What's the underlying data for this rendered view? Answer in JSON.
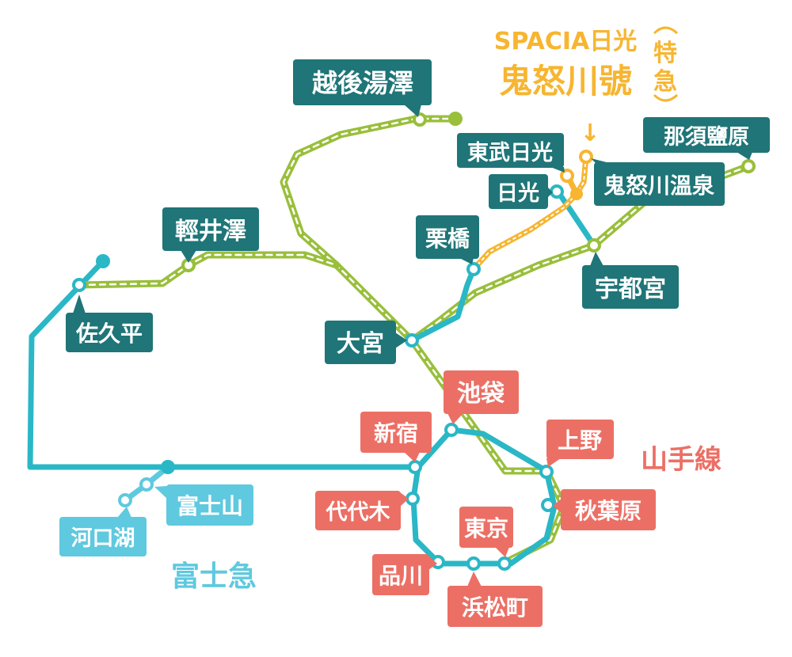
{
  "colors": {
    "green": "#99bf3b",
    "teal": "#2ab7c6",
    "dark_teal": "#1f7577",
    "salmon": "#ec6f65",
    "light_blue": "#5fc9df",
    "orange": "#f7b530",
    "background": "#ffffff"
  },
  "stations": {
    "echigo_yuzawa": "越後湯澤",
    "karuizawa": "輕井澤",
    "saku_daira": "佐久平",
    "omiya": "大宮",
    "kurihashi": "栗橋",
    "tobu_nikko": "東武日光",
    "nikko": "日光",
    "kinugawa_onsen": "鬼怒川溫泉",
    "nasushiobara": "那須鹽原",
    "utsunomiya": "宇都宮",
    "ikebukuro": "池袋",
    "shinjuku": "新宿",
    "ueno": "上野",
    "akihabara": "秋葉原",
    "yoyogi": "代代木",
    "tokyo": "東京",
    "shinagawa": "品川",
    "hamamatsucho": "浜松町",
    "fujisan": "富士山",
    "kawaguchiko": "河口湖"
  },
  "lines": {
    "yamanote": "山手線",
    "fujikyu": "富士急"
  },
  "limited_express": {
    "line1": "SPACIA日光",
    "line2": "鬼怒川號",
    "badge_char1": "特",
    "badge_char2": "急",
    "arrow": "↓"
  }
}
